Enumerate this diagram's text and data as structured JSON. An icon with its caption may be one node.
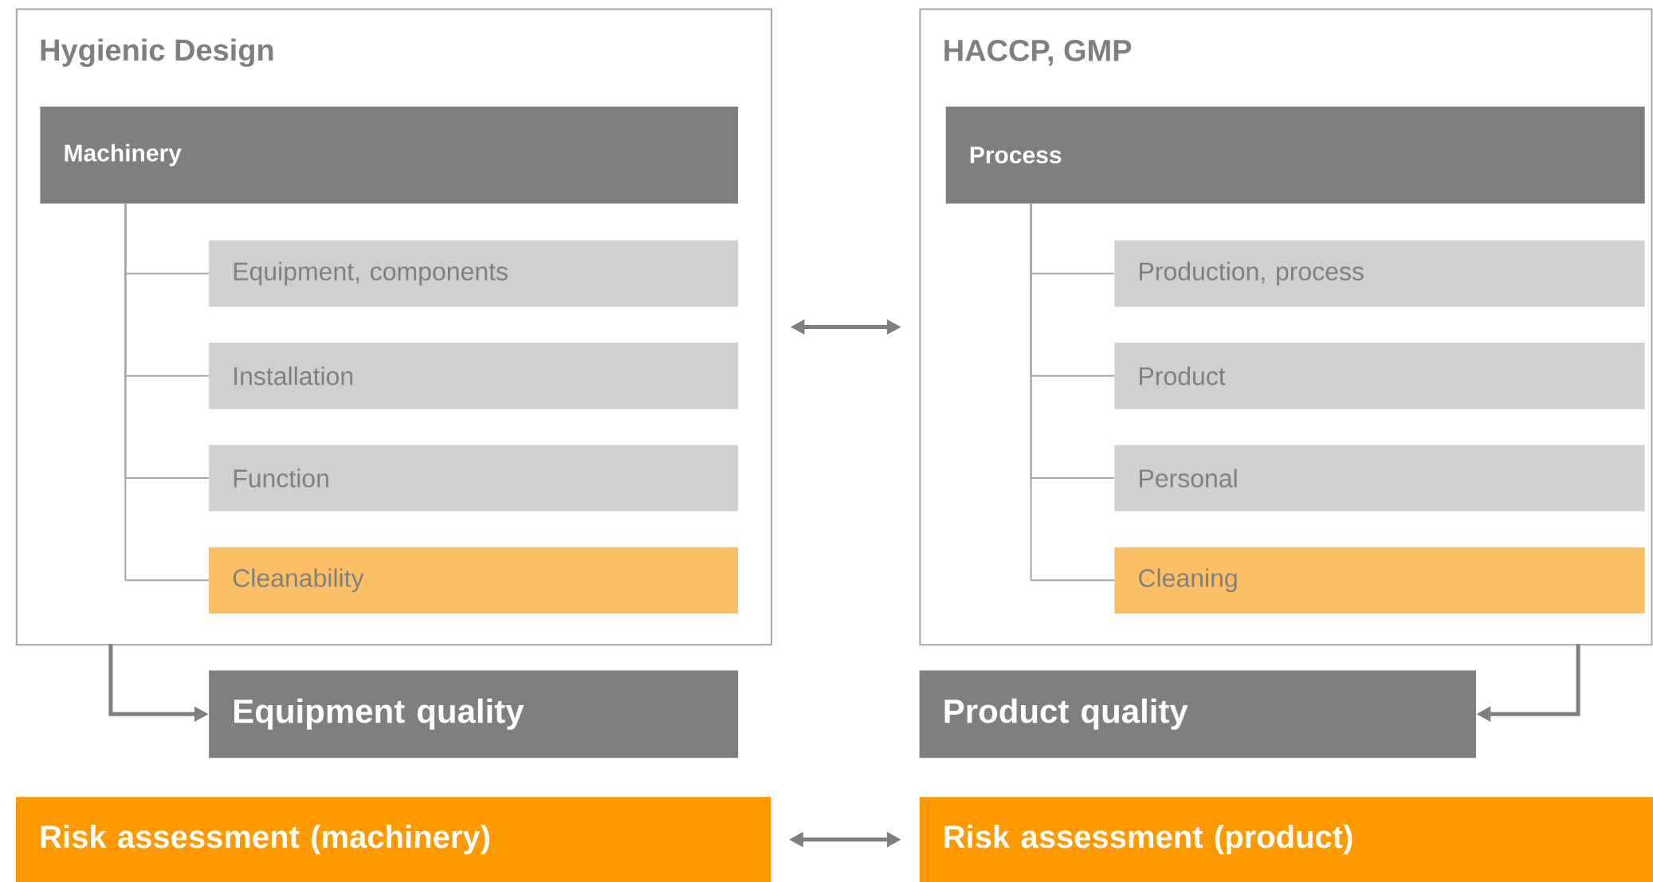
{
  "diagram": {
    "nodes": [
      {
        "text": [
          "Hygienic Design"
        ]
      },
      {
        "text": [
          "Machinery"
        ],
        "in": 0
      },
      {
        "text": [
          "Equipment,  components"
        ],
        "in": 0
      },
      {
        "text": [
          "Installation"
        ],
        "in": 0
      },
      {
        "text": [
          "Function"
        ],
        "in": 0
      },
      {
        "text": [
          "Cleanability"
        ],
        "in": 0
      },
      {
        "text": [
          "HACCP, GMP"
        ]
      },
      {
        "text": [
          "Process"
        ],
        "in": 6
      },
      {
        "text": [
          "Production, process"
        ],
        "in": 6
      },
      {
        "text": [
          "Product"
        ],
        "in": 6
      },
      {
        "text": [
          "Personal"
        ],
        "in": 6
      },
      {
        "text": [
          "Cleaning"
        ],
        "in": 6
      },
      {
        "text": [
          "Equipment quality"
        ]
      },
      {
        "text": [
          "Product quality"
        ]
      },
      {
        "text": [
          "Risk assessment (machinery)"
        ]
      },
      {
        "text": [
          "Risk assessment (product)"
        ]
      }
    ],
    "edges": [
      {
        "from": 1,
        "to": 2,
        "arrow": "none"
      },
      {
        "from": 1,
        "to": 3,
        "arrow": "none"
      },
      {
        "from": 1,
        "to": 4,
        "arrow": "none"
      },
      {
        "from": 1,
        "to": 5,
        "arrow": "none"
      },
      {
        "from": 7,
        "to": 8,
        "arrow": "none"
      },
      {
        "from": 7,
        "to": 9,
        "arrow": "none"
      },
      {
        "from": 7,
        "to": 10,
        "arrow": "none"
      },
      {
        "from": 7,
        "to": 11,
        "arrow": "none"
      },
      {
        "from": 0,
        "to": 6,
        "arrow": "both"
      },
      {
        "from": 0,
        "to": 12,
        "arrow": "to"
      },
      {
        "from": 6,
        "to": 13,
        "arrow": "to"
      },
      {
        "from": 14,
        "to": 15,
        "arrow": "both"
      }
    ]
  }
}
